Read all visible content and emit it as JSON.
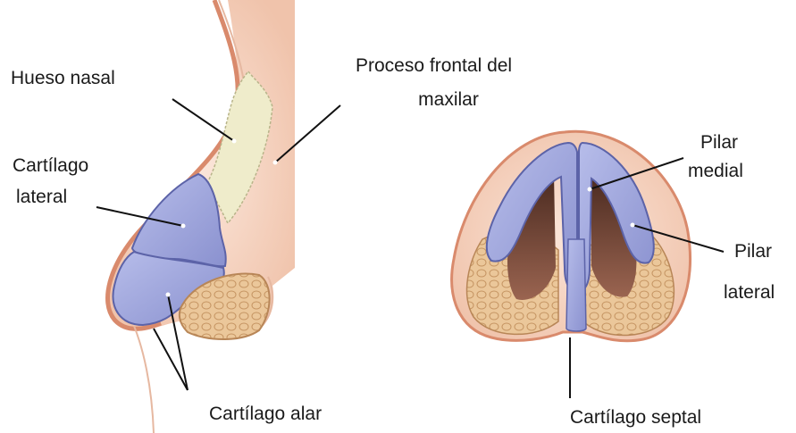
{
  "labels": {
    "hueso_nasal": "Hueso nasal",
    "proceso_frontal_line1": "Proceso frontal del",
    "proceso_frontal_line2": "maxilar",
    "cartilago_lateral_line1": "Cartílago",
    "cartilago_lateral_line2": "lateral",
    "cartilago_alar": "Cartílago alar",
    "pilar_medial_line1": "Pilar",
    "pilar_medial_line2": "medial",
    "pilar_lateral_line1": "Pilar",
    "pilar_lateral_line2": "lateral",
    "cartilago_septal": "Cartílago septal"
  },
  "colors": {
    "skin": "#f3cdb8",
    "skin_edge": "#d98a6c",
    "bone": "#efeccb",
    "cartilage": "#9ea6d9",
    "cartilage_edge": "#5c63a8",
    "fat": "#e7c193",
    "fat_edge": "#b88657",
    "nostril": "#7a4a38"
  }
}
